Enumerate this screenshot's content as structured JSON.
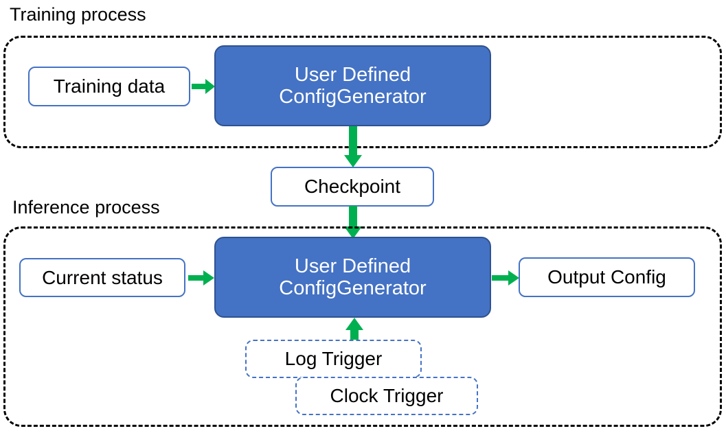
{
  "diagram": {
    "title_training": "Training process",
    "title_inference": "Inference process",
    "colors": {
      "primary_fill": "#4472C4",
      "primary_border": "#2F528F",
      "node_border": "#4472C4",
      "arrow": "#00B050",
      "group_border": "#000000",
      "text_dark": "#000000",
      "text_light": "#FFFFFF"
    },
    "training": {
      "label": "Training process",
      "input_node": "Training data",
      "main_node_line1": "User Defined",
      "main_node_line2": "ConfigGenerator"
    },
    "bridge": {
      "checkpoint": "Checkpoint"
    },
    "inference": {
      "label": "Inference process",
      "input_node": "Current status",
      "main_node_line1": "User Defined",
      "main_node_line2": "ConfigGenerator",
      "output_node": "Output Config",
      "trigger_back": "Log Trigger",
      "trigger_front": "Clock Trigger"
    }
  }
}
